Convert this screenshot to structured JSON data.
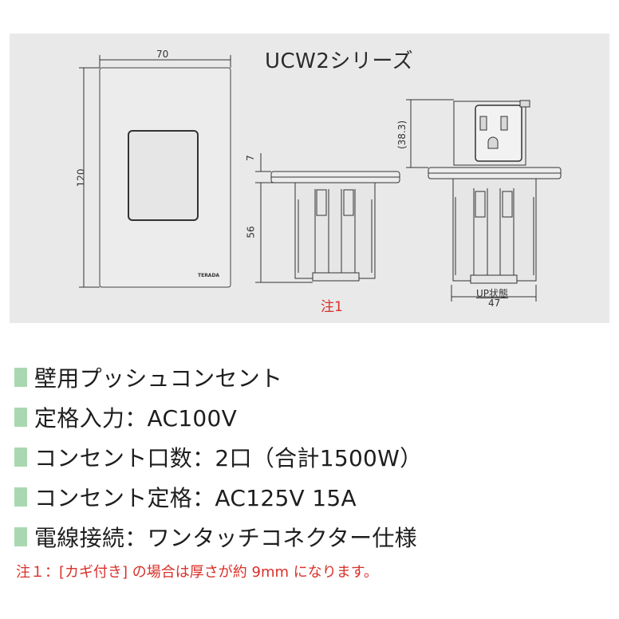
{
  "diagram": {
    "series_title": "UCW2シリーズ",
    "dim_width_plate": "70",
    "dim_height_plate": "120",
    "dim_top": "7",
    "dim_body": "56",
    "dim_up": "(38.3)",
    "dim_width_side": "47",
    "up_state_label": "UP状態",
    "brand_mark": "TERADA",
    "note_label": "注1"
  },
  "specs": [
    {
      "text": "壁用プッシュコンセント"
    },
    {
      "text": "定格入力：AC100V"
    },
    {
      "text": "コンセント口数：2口（合計1500W）"
    },
    {
      "text": "コンセント定格：AC125V 15A"
    },
    {
      "text": "電線接続：ワンタッチコネクター仕様"
    }
  ],
  "footnote": "注１：[カギ付き] の場合は厚さが約 9mm になります。",
  "colors": {
    "bullet": "#a9d8b0",
    "note": "#d9302a",
    "panel": "#e9e9e9"
  }
}
